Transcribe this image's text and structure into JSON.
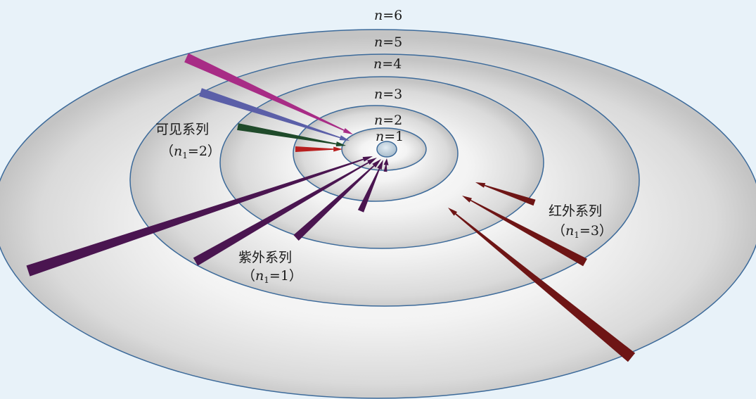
{
  "colors": {
    "background": "#e8f2f9",
    "orbit_stroke": "#3c6a9a",
    "nucleus": "#b9cbd8",
    "lyman": "#4a1550",
    "balmer_red": "#b81f1f",
    "balmer_green": "#1f4a2a",
    "balmer_blue": "#5b5fa8",
    "balmer_violet": "#a82c86",
    "paschen": "#6e1515"
  },
  "levels": [
    {
      "n_symbol": "n",
      "value": "=1"
    },
    {
      "n_symbol": "n",
      "value": "=2"
    },
    {
      "n_symbol": "n",
      "value": "=3"
    },
    {
      "n_symbol": "n",
      "value": "=4"
    },
    {
      "n_symbol": "n",
      "value": "=5"
    },
    {
      "n_symbol": "n",
      "value": "=6"
    }
  ],
  "series": {
    "visible": {
      "name": "可见系列",
      "open": "（",
      "n_symbol": "n",
      "n_sub": "1",
      "value": "=2",
      "close": "）"
    },
    "ultraviolet": {
      "name": "紫外系列",
      "open": "（",
      "n_symbol": "n",
      "n_sub": "1",
      "value": "=1",
      "close": "）"
    },
    "infrared": {
      "name": "红外系列",
      "open": "（",
      "n_symbol": "n",
      "n_sub": "1",
      "value": "=3",
      "close": "）"
    }
  }
}
